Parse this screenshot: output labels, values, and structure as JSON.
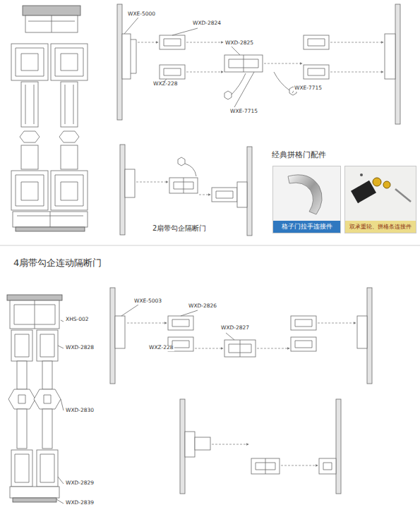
{
  "diagram": {
    "nodes": [
      {
        "text": [
          "格子门拉手连接件"
        ]
      },
      {
        "text": [
          "双承重轮、拼格条连接件"
        ]
      }
    ],
    "labels": [
      "WXE-5000",
      "WXD-2824",
      "WXD-2825",
      "WXZ-228",
      "WXE-7715",
      "WXE-7715",
      "2扇带勾企隔断门",
      "经典拼格门配件",
      "4扇带勾企连动隔断门",
      "WXE-5003",
      "WXD-2826",
      "WXD-2827",
      "WXZ-228",
      "XHS-002",
      "WXD-2828",
      "WXD-2830",
      "WXD-2829",
      "WXD-2839"
    ]
  }
}
